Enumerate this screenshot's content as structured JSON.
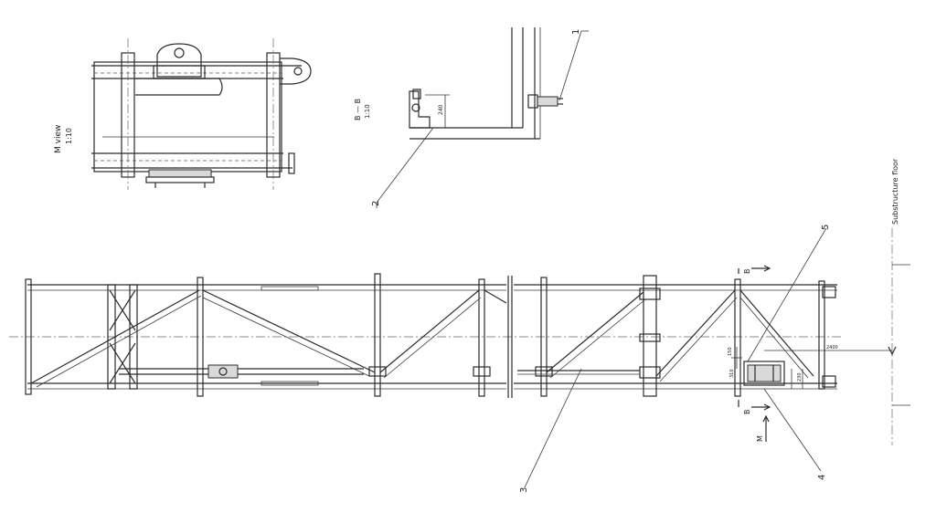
{
  "views": {
    "m_view_title": "M view",
    "m_view_scale": "1:10",
    "bb_title": "B — B",
    "bb_scale": "1:10"
  },
  "callouts": {
    "c1": "1",
    "c2": "2",
    "c3": "3",
    "c4": "4",
    "c5": "5"
  },
  "section_marks": {
    "top": "B",
    "bottom": "B",
    "view_arrow": "M"
  },
  "labels": {
    "substructure_floor": "Substructure floor"
  },
  "dimensions": {
    "bb_height": "240",
    "d1": "150",
    "d2": "2400",
    "d3": "310",
    "d4": "230"
  }
}
